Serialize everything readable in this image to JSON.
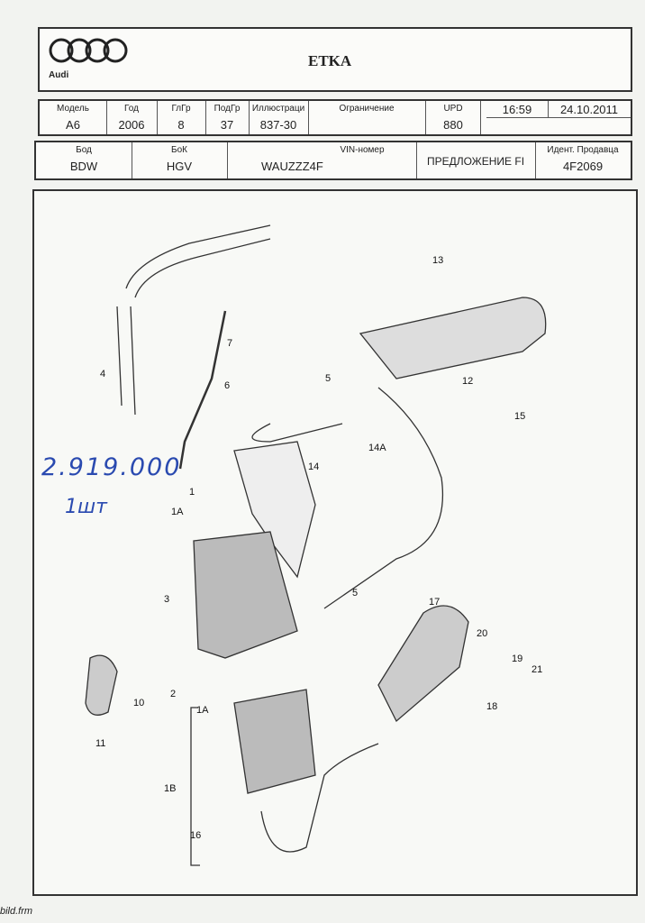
{
  "header": {
    "brand": "Audi",
    "title": "ETKA"
  },
  "info_row": [
    {
      "label": "Модель",
      "value": "A6"
    },
    {
      "label": "Год",
      "value": "2006"
    },
    {
      "label": "ГлГр",
      "value": "8"
    },
    {
      "label": "ПодГр",
      "value": "37"
    },
    {
      "label": "Иллюстраци",
      "value": "837-30"
    },
    {
      "label": "Ограничение",
      "value": ""
    },
    {
      "label": "UPD",
      "value": "880"
    }
  ],
  "time": "16:59",
  "date": "24.10.2011",
  "vehicle_row": {
    "bod_label": "Бод",
    "bod": "BDW",
    "bok_label": "БоК",
    "bok": "HGV",
    "vin_label": "VIN-номер",
    "vin": "WAUZZZ4F",
    "offer": "ПРЕДЛОЖЕНИЕ FI",
    "dealer_label": "Идент. Продавца",
    "dealer": "4F2069"
  },
  "callouts": [
    "13",
    "7",
    "4",
    "6",
    "5",
    "12",
    "15",
    "14A",
    "14",
    "1",
    "1A",
    "3",
    "5",
    "17",
    "20",
    "19",
    "21",
    "18",
    "2",
    "10",
    "11",
    "1A",
    "1B",
    "16"
  ],
  "handwritten": {
    "price": "2.919.000",
    "qty": "1шт"
  },
  "footer": "bild.frm"
}
